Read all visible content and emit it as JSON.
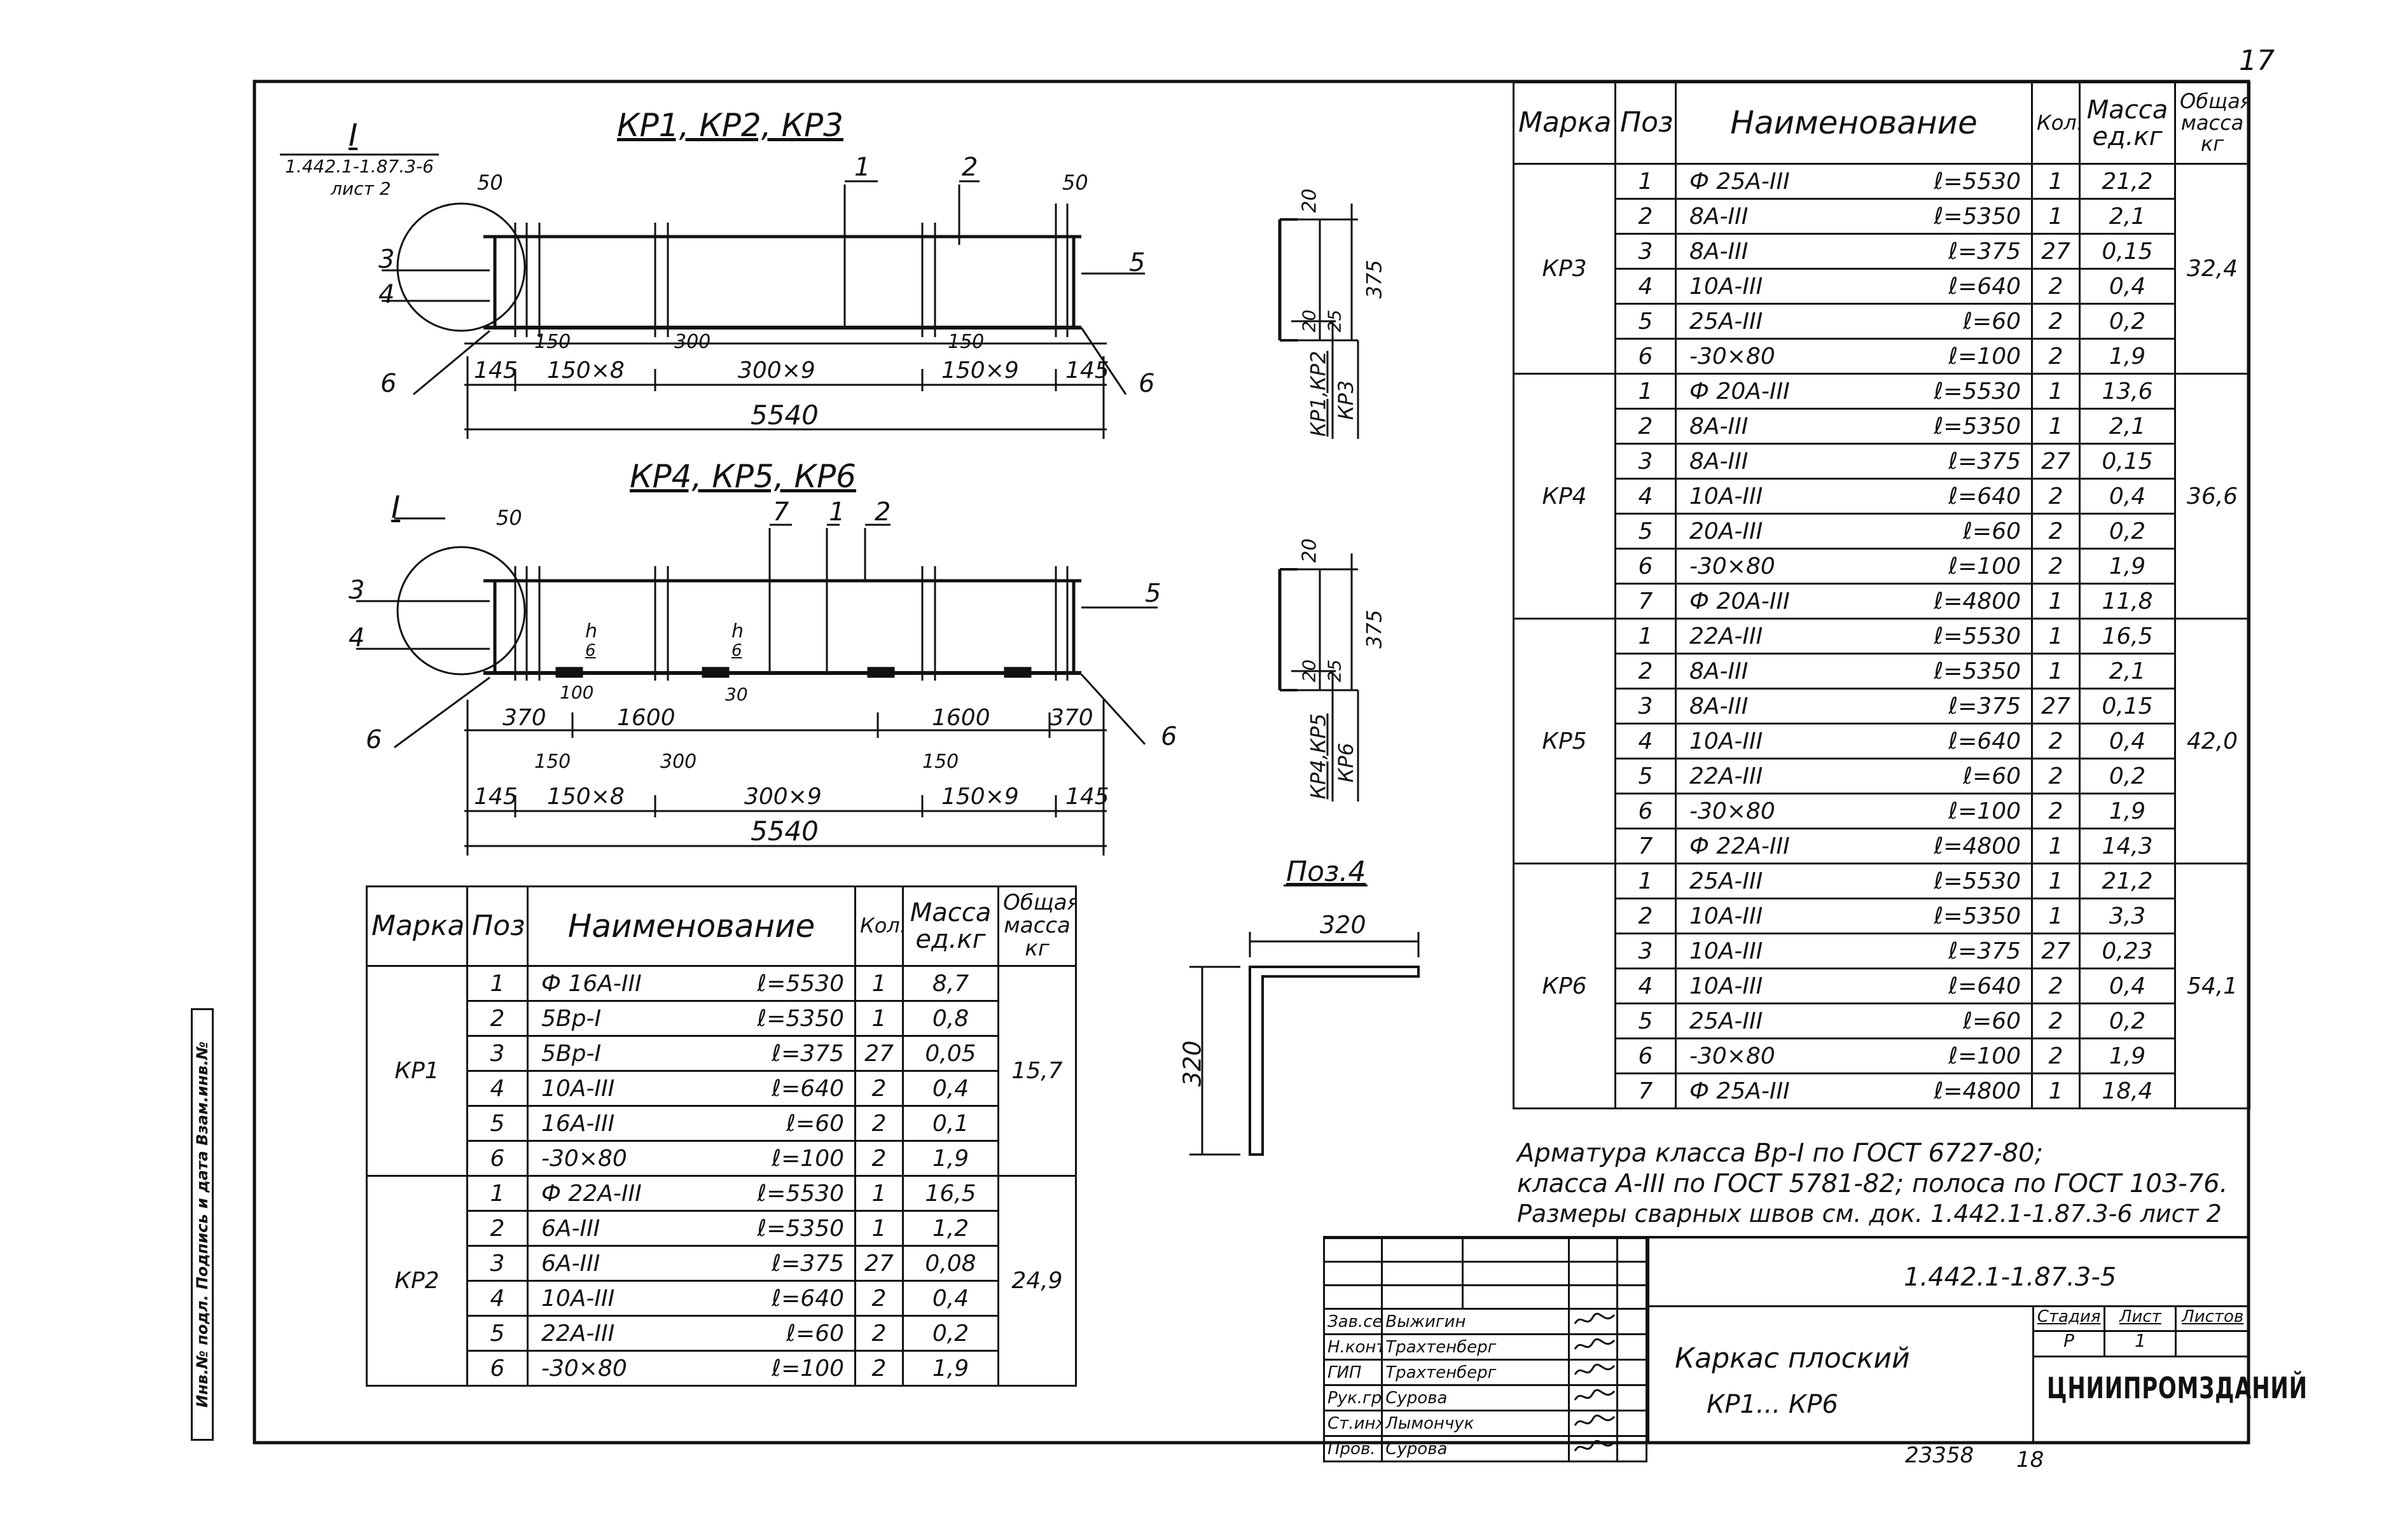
{
  "sheet_number": "17",
  "bottom_numbers": {
    "left": "23358",
    "right": "18"
  },
  "sidebar_text": "Инв.№ подл. Подпись и дата Взам.инв.№",
  "drawing1": {
    "title": "КР1, КР2, КР3",
    "node_mark": "I",
    "node_ref_line1": "1.442.1-1.87.3-6",
    "node_ref_line2": "лист 2",
    "pos_labels": [
      "1",
      "2",
      "3",
      "4",
      "5",
      "6",
      "6"
    ],
    "dims": {
      "top_left": "50",
      "top_right": "50",
      "inner1": "150",
      "inner2": "300",
      "inner3": "150",
      "seg1": "145",
      "seg2": "150×8",
      "seg3": "300×9",
      "seg4": "150×9",
      "seg5": "145",
      "total": "5540"
    }
  },
  "drawing2": {
    "title": "КР4, КР5, КР6",
    "node_mark": "I",
    "pos_labels": [
      "7",
      "1",
      "2",
      "3",
      "4",
      "5",
      "6",
      "6"
    ],
    "weld_h": "h",
    "weld_6": "6",
    "dims": {
      "top_left": "50",
      "d100": "100",
      "d30": "30",
      "d370a": "370",
      "d1600a": "1600",
      "d1600b": "1600",
      "d370b": "370",
      "i150": "150",
      "i300": "300",
      "i150b": "150",
      "seg1": "145",
      "seg2": "150×8",
      "seg3": "300×9",
      "seg4": "150×9",
      "seg5": "145",
      "total": "5540"
    }
  },
  "section1": {
    "d20": "20",
    "d375": "375",
    "d20b": "20",
    "d25": "25",
    "label1": "КР1,КР2",
    "label2": "КР3"
  },
  "section2": {
    "d20": "20",
    "d375": "375",
    "d20b": "20",
    "d25": "25",
    "label1": "КР4,КР5",
    "label2": "КР6"
  },
  "pos4": {
    "title": "Поз.4",
    "dim_h": "320",
    "dim_v": "320"
  },
  "table_headers": {
    "mark": "Марка",
    "pos": "Поз.",
    "name": "Наименование",
    "qty": "Кол.",
    "mass_unit": "Масса ед.кг",
    "total_mass": "Общая масса кг"
  },
  "table_left": [
    {
      "mark": "КР1",
      "total": "15,7",
      "rows": [
        {
          "pos": "1",
          "name": "Ф 16А-III",
          "len": "ℓ=5530",
          "qty": "1",
          "mass": "8,7"
        },
        {
          "pos": "2",
          "name": "5Вр-I",
          "len": "ℓ=5350",
          "qty": "1",
          "mass": "0,8"
        },
        {
          "pos": "3",
          "name": "5Вр-I",
          "len": "ℓ=375",
          "qty": "27",
          "mass": "0,05"
        },
        {
          "pos": "4",
          "name": "10А-III",
          "len": "ℓ=640",
          "qty": "2",
          "mass": "0,4"
        },
        {
          "pos": "5",
          "name": "16А-III",
          "len": "ℓ=60",
          "qty": "2",
          "mass": "0,1"
        },
        {
          "pos": "6",
          "name": "-30×80",
          "len": "ℓ=100",
          "qty": "2",
          "mass": "1,9"
        }
      ]
    },
    {
      "mark": "КР2",
      "total": "24,9",
      "rows": [
        {
          "pos": "1",
          "name": "Ф 22А-III",
          "len": "ℓ=5530",
          "qty": "1",
          "mass": "16,5"
        },
        {
          "pos": "2",
          "name": "6А-III",
          "len": "ℓ=5350",
          "qty": "1",
          "mass": "1,2"
        },
        {
          "pos": "3",
          "name": "6А-III",
          "len": "ℓ=375",
          "qty": "27",
          "mass": "0,08"
        },
        {
          "pos": "4",
          "name": "10А-III",
          "len": "ℓ=640",
          "qty": "2",
          "mass": "0,4"
        },
        {
          "pos": "5",
          "name": "22А-III",
          "len": "ℓ=60",
          "qty": "2",
          "mass": "0,2"
        },
        {
          "pos": "6",
          "name": "-30×80",
          "len": "ℓ=100",
          "qty": "2",
          "mass": "1,9"
        }
      ]
    }
  ],
  "table_right": [
    {
      "mark": "КР3",
      "total": "32,4",
      "rows": [
        {
          "pos": "1",
          "name": "Ф 25А-III",
          "len": "ℓ=5530",
          "qty": "1",
          "mass": "21,2"
        },
        {
          "pos": "2",
          "name": "8А-III",
          "len": "ℓ=5350",
          "qty": "1",
          "mass": "2,1"
        },
        {
          "pos": "3",
          "name": "8А-III",
          "len": "ℓ=375",
          "qty": "27",
          "mass": "0,15"
        },
        {
          "pos": "4",
          "name": "10А-III",
          "len": "ℓ=640",
          "qty": "2",
          "mass": "0,4"
        },
        {
          "pos": "5",
          "name": "25А-III",
          "len": "ℓ=60",
          "qty": "2",
          "mass": "0,2"
        },
        {
          "pos": "6",
          "name": "-30×80",
          "len": "ℓ=100",
          "qty": "2",
          "mass": "1,9"
        }
      ]
    },
    {
      "mark": "КР4",
      "total": "36,6",
      "rows": [
        {
          "pos": "1",
          "name": "Ф 20А-III",
          "len": "ℓ=5530",
          "qty": "1",
          "mass": "13,6"
        },
        {
          "pos": "2",
          "name": "8А-III",
          "len": "ℓ=5350",
          "qty": "1",
          "mass": "2,1"
        },
        {
          "pos": "3",
          "name": "8А-III",
          "len": "ℓ=375",
          "qty": "27",
          "mass": "0,15"
        },
        {
          "pos": "4",
          "name": "10А-III",
          "len": "ℓ=640",
          "qty": "2",
          "mass": "0,4"
        },
        {
          "pos": "5",
          "name": "20А-III",
          "len": "ℓ=60",
          "qty": "2",
          "mass": "0,2"
        },
        {
          "pos": "6",
          "name": "-30×80",
          "len": "ℓ=100",
          "qty": "2",
          "mass": "1,9"
        },
        {
          "pos": "7",
          "name": "Ф 20А-III",
          "len": "ℓ=4800",
          "qty": "1",
          "mass": "11,8"
        }
      ]
    },
    {
      "mark": "КР5",
      "total": "42,0",
      "rows": [
        {
          "pos": "1",
          "name": "22А-III",
          "len": "ℓ=5530",
          "qty": "1",
          "mass": "16,5"
        },
        {
          "pos": "2",
          "name": "8А-III",
          "len": "ℓ=5350",
          "qty": "1",
          "mass": "2,1"
        },
        {
          "pos": "3",
          "name": "8А-III",
          "len": "ℓ=375",
          "qty": "27",
          "mass": "0,15"
        },
        {
          "pos": "4",
          "name": "10А-III",
          "len": "ℓ=640",
          "qty": "2",
          "mass": "0,4"
        },
        {
          "pos": "5",
          "name": "22А-III",
          "len": "ℓ=60",
          "qty": "2",
          "mass": "0,2"
        },
        {
          "pos": "6",
          "name": "-30×80",
          "len": "ℓ=100",
          "qty": "2",
          "mass": "1,9"
        },
        {
          "pos": "7",
          "name": "Ф 22А-III",
          "len": "ℓ=4800",
          "qty": "1",
          "mass": "14,3"
        }
      ]
    },
    {
      "mark": "КР6",
      "total": "54,1",
      "rows": [
        {
          "pos": "1",
          "name": "25А-III",
          "len": "ℓ=5530",
          "qty": "1",
          "mass": "21,2"
        },
        {
          "pos": "2",
          "name": "10А-III",
          "len": "ℓ=5350",
          "qty": "1",
          "mass": "3,3"
        },
        {
          "pos": "3",
          "name": "10А-III",
          "len": "ℓ=375",
          "qty": "27",
          "mass": "0,23"
        },
        {
          "pos": "4",
          "name": "10А-III",
          "len": "ℓ=640",
          "qty": "2",
          "mass": "0,4"
        },
        {
          "pos": "5",
          "name": "25А-III",
          "len": "ℓ=60",
          "qty": "2",
          "mass": "0,2"
        },
        {
          "pos": "6",
          "name": "-30×80",
          "len": "ℓ=100",
          "qty": "2",
          "mass": "1,9"
        },
        {
          "pos": "7",
          "name": "Ф 25А-III",
          "len": "ℓ=4800",
          "qty": "1",
          "mass": "18,4"
        }
      ]
    }
  ],
  "notes": [
    "Арматура класса Вр-I по ГОСТ 6727-80;",
    "класса А-III по ГОСТ 5781-82; полоса по ГОСТ 103-76.",
    "Размеры сварных швов см. док. 1.442.1-1.87.3-6 лист 2"
  ],
  "title_block": {
    "doc_code": "1.442.1-1.87.3-5",
    "title_line1": "Каркас плоский",
    "title_line2": "КР1... КР6",
    "stage_header": "Стадия",
    "sheet_header": "Лист",
    "sheets_header": "Листов",
    "stage_value": "Р",
    "sheet_value": "1",
    "organization": "ЦНИИПРОМЗДАНИЙ",
    "signatures": [
      {
        "role": "Зав.сек.",
        "name": "Выжигин"
      },
      {
        "role": "Н.контр.",
        "name": "Трахтенберг"
      },
      {
        "role": "ГИП",
        "name": "Трахтенберг"
      },
      {
        "role": "Рук.гр.",
        "name": "Сурова"
      },
      {
        "role": "Ст.инж.",
        "name": "Лымончук"
      },
      {
        "role": "Пров.",
        "name": "Сурова"
      }
    ]
  }
}
